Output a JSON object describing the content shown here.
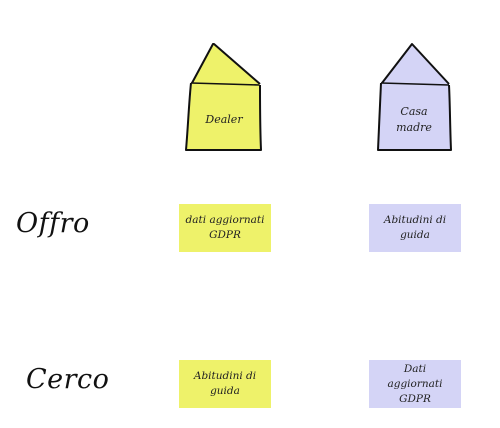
{
  "houses": {
    "dealer": {
      "label": "Dealer",
      "fill": "#eef26a"
    },
    "casa_madre": {
      "label_line1": "Casa",
      "label_line2": "madre",
      "fill": "#d4d4f6"
    }
  },
  "rows": {
    "offro": {
      "label": "Offro"
    },
    "cerco": {
      "label": "Cerco"
    }
  },
  "notes": {
    "offro_dealer": {
      "line1": "dati aggiornati",
      "line2": "GDPR",
      "fill": "#eef26a"
    },
    "offro_casa_madre": {
      "line1": "Abitudini di",
      "line2": "guida",
      "fill": "#d4d4f6"
    },
    "cerco_dealer": {
      "line1": "Abitudini di",
      "line2": "guida",
      "fill": "#eef26a"
    },
    "cerco_casa_madre": {
      "line1": "Dati aggiornati",
      "line2": "GDPR",
      "fill": "#d4d4f6"
    }
  }
}
